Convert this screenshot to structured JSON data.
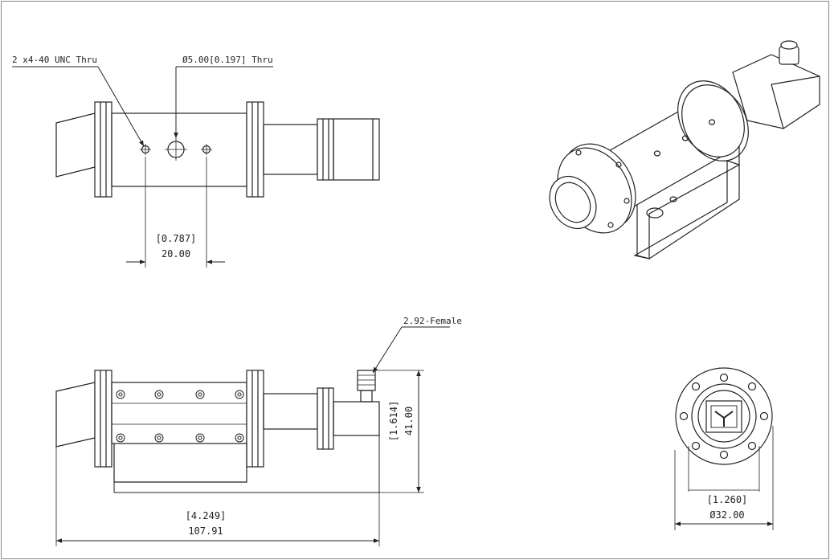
{
  "top_view": {
    "tap_callout": "2 x4-40 UNC Thru",
    "hole_callout": "Ø5.00[0.197] Thru",
    "spacing_inch": "[0.787]",
    "spacing_mm": "20.00"
  },
  "side_view": {
    "connector_callout": "2.92-Female",
    "height_inch": "[1.614]",
    "height_mm": "41.00",
    "length_inch": "[4.249]",
    "length_mm": "107.91"
  },
  "end_view": {
    "width_inch": "[1.260]",
    "diameter_mm": "Ø32.00"
  }
}
